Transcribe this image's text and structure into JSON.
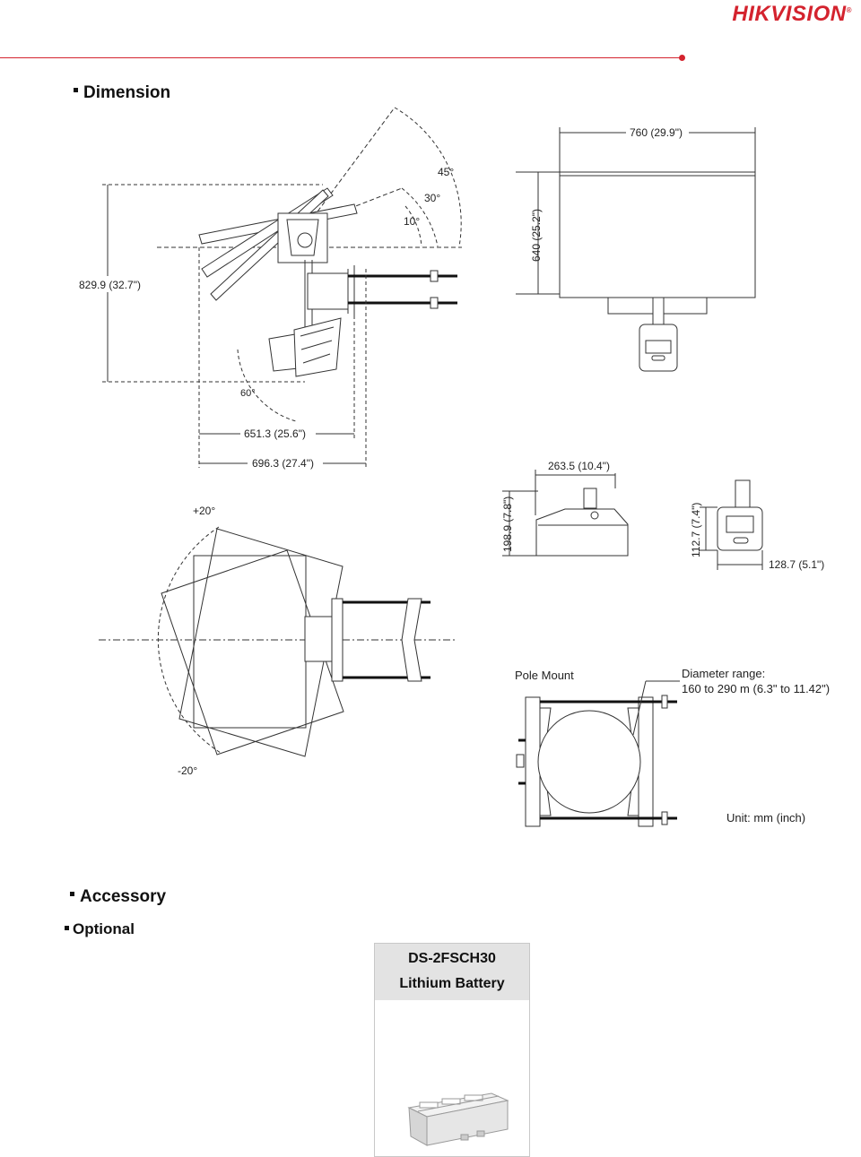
{
  "brand": {
    "name": "HIKVISION",
    "mark": "®"
  },
  "sections": {
    "dimension": "Dimension",
    "accessory": "Accessory",
    "optional": "Optional"
  },
  "drawing": {
    "angles": {
      "a45": "45°",
      "a30": "30°",
      "a10": "10°",
      "a60": "60°",
      "plus20": "+20°",
      "minus20": "-20°"
    },
    "dims": {
      "height_total": "829.9 (32.7\")",
      "depth_a": "651.3 (25.6\")",
      "depth_b": "696.3 (27.4\")",
      "panel_width": "760 (29.9\")",
      "panel_height": "640 (25.2\")",
      "cam_length": "263.5 (10.4\")",
      "cam_height": "198.9 (7.8\")",
      "cam_front_h": "112.7 (7.4\")",
      "cam_front_w": "128.7 (5.1\")"
    },
    "pole_mount_label": "Pole Mount",
    "diameter_title": "Diameter range:",
    "diameter_value": "160 to 290 m (6.3\" to 11.42\")",
    "unit": "Unit: mm (inch)"
  },
  "accessory_card": {
    "model": "DS-2FSCH30",
    "name": "Lithium Battery"
  }
}
